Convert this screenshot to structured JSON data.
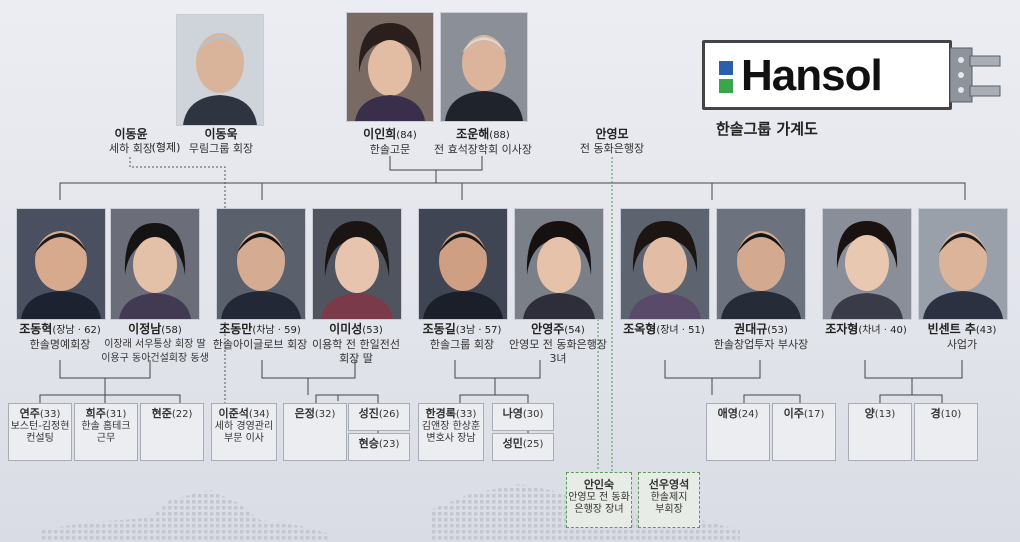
{
  "logo": {
    "text": "Hansol",
    "colors": {
      "blue": "#2a5fad",
      "green": "#3aa64a"
    }
  },
  "title": "한솔그룹 가계도",
  "people": {
    "lee_dongyoon": {
      "name": "이동윤",
      "desc": "세하 회장"
    },
    "relation_brothers": "(형제)",
    "lee_donguk": {
      "name": "이동욱",
      "desc": "무림그룹 회장"
    },
    "lee_inhee": {
      "name": "이인희",
      "age": "(84)",
      "desc": "한솔고문"
    },
    "cho_unhae": {
      "name": "조운해",
      "age": "(88)",
      "desc": "전 효석장학회 이사장"
    },
    "ahn_youngmo": {
      "name": "안영모",
      "desc": "전 동화은행장"
    },
    "cho_donghyuk": {
      "name": "조동혁",
      "age": "(장남 · 62)",
      "desc": "한솔명예회장"
    },
    "lee_jeongnam": {
      "name": "이정남",
      "age": "(58)",
      "desc": "이장래 서우통상 회장 딸",
      "desc2": "이용구 동아건설회장 동생"
    },
    "cho_dongman": {
      "name": "조동만",
      "age": "(차남 · 59)",
      "desc": "한솔아이글로브 회장"
    },
    "lee_miseong": {
      "name": "이미성",
      "age": "(53)",
      "desc": "이용학 전 한일전선",
      "desc2": "회장 딸"
    },
    "cho_donggil": {
      "name": "조동길",
      "age": "(3남 · 57)",
      "desc": "한솔그룹 회장"
    },
    "ahn_youngju": {
      "name": "안영주",
      "age": "(54)",
      "desc": "안영모 전 동화은행장",
      "desc2": "3녀"
    },
    "cho_okhyung": {
      "name": "조옥형",
      "age": "(장녀 · 51)",
      "desc": ""
    },
    "kwon_daegyu": {
      "name": "권대규",
      "age": "(53)",
      "desc": "한솔창업투자 부사장"
    },
    "cho_jahyung": {
      "name": "조자형",
      "age": "(차녀 · 40)",
      "desc": ""
    },
    "vincent_chu": {
      "name": "빈센트 추",
      "age": "(43)",
      "desc": "사업가"
    }
  },
  "children": {
    "yeonju": {
      "name": "연주",
      "age": "(33)",
      "l1": "보스턴-김정현",
      "l2": "컨설팅"
    },
    "heeju": {
      "name": "희주",
      "age": "(31)",
      "l1": "한솔 홈테크",
      "l2": "근무"
    },
    "hyeonjun": {
      "name": "현준",
      "age": "(22)"
    },
    "lee_junseok": {
      "name": "이준석",
      "age": "(34)",
      "l1": "세하 경영관리",
      "l2": "부문 이사"
    },
    "eunjeong": {
      "name": "은정",
      "age": "(32)"
    },
    "seongjin": {
      "name": "성진",
      "age": "(26)"
    },
    "hyeonseung": {
      "name": "현승",
      "age": "(23)"
    },
    "han_gyeongrok": {
      "name": "한경록",
      "age": "(33)",
      "l1": "김앤장 한상훈",
      "l2": "변호사 장남"
    },
    "nayoung": {
      "name": "나영",
      "age": "(30)"
    },
    "seongmin": {
      "name": "성민",
      "age": "(25)"
    },
    "ahn_insuk": {
      "name": "안인숙",
      "l1": "안영모 전 동화",
      "l2": "은행장 장녀"
    },
    "seonwoo_youngseok": {
      "name": "선우영석",
      "l1": "한솔제지",
      "l2": "부회장"
    },
    "aeyoung": {
      "name": "애영",
      "age": "(24)"
    },
    "iju": {
      "name": "이주",
      "age": "(17)"
    },
    "yang": {
      "name": "양",
      "age": "(13)"
    },
    "gyeong": {
      "name": "경",
      "age": "(10)"
    }
  }
}
